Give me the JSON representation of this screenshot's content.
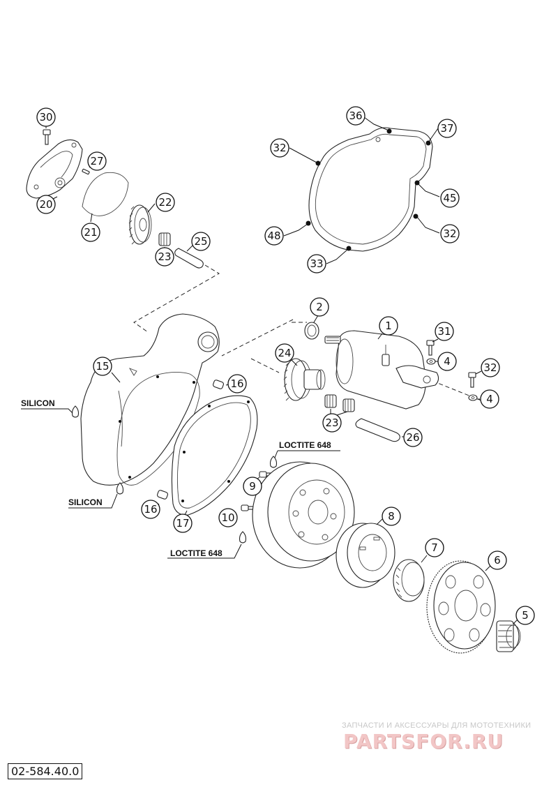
{
  "diagram": {
    "reference_code": "02-584.40.0",
    "notes": {
      "silicon_label": "SILICON",
      "loctite_label": "LOCTITE 648"
    },
    "callouts": {
      "c1": "1",
      "c2": "2",
      "c4a": "4",
      "c4b": "4",
      "c5": "5",
      "c6": "6",
      "c7": "7",
      "c8": "8",
      "c9": "9",
      "c10": "10",
      "c15": "15",
      "c16a": "16",
      "c16b": "16",
      "c17": "17",
      "c20": "20",
      "c21": "21",
      "c22": "22",
      "c23a": "23",
      "c23b": "23",
      "c24": "24",
      "c25": "25",
      "c26": "26",
      "c27": "27",
      "c30": "30",
      "c31": "31",
      "c32a": "32",
      "c32b": "32",
      "c32c": "32",
      "c33": "33",
      "c36": "36",
      "c37": "37",
      "c45": "45",
      "c48": "48"
    }
  },
  "watermark": {
    "subtitle": "ЗАПЧАСТИ И АКСЕССУАРЫ ДЛЯ МОТОТЕХНИКИ",
    "brand": "PARTSFOR.RU"
  }
}
